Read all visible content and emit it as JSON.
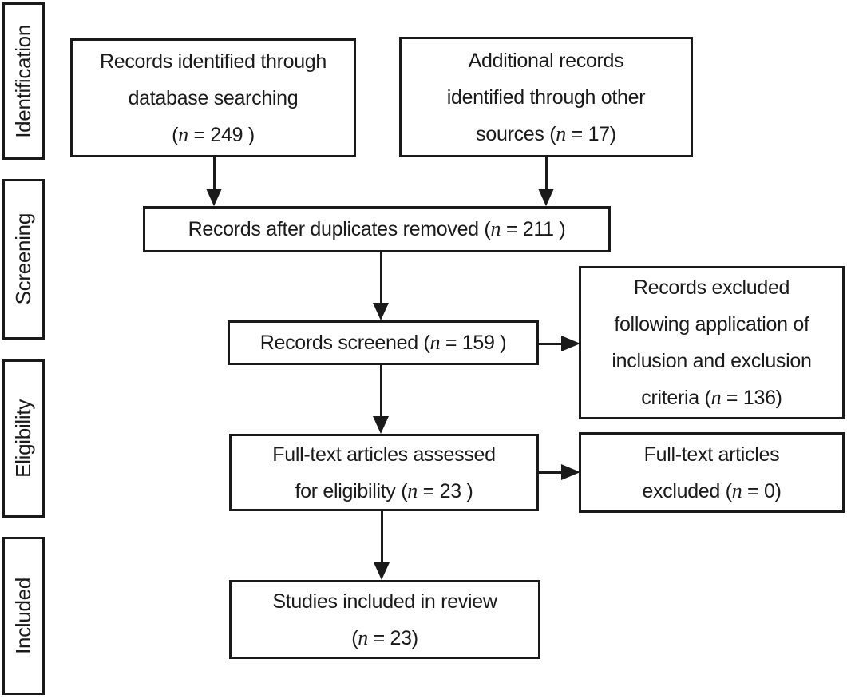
{
  "figure": {
    "type": "PRISMA flow diagram",
    "description": "Flow of records through identification, screening, eligibility and inclusion"
  },
  "colors": {
    "ink": "#1a1a1a",
    "background": "#ffffff"
  },
  "stages": [
    "Identification",
    "Screening",
    "Eligibility",
    "Included"
  ],
  "boxes": [
    {
      "id": "records-identified",
      "n": 249,
      "segments": [
        {
          "t": "Records identified through"
        },
        {
          "br": true
        },
        {
          "t": "database searching"
        },
        {
          "br": true
        },
        {
          "t": "("
        },
        {
          "t": "n",
          "i": true
        },
        {
          "t": " = 249 )"
        }
      ]
    },
    {
      "id": "additional-records",
      "n": 17,
      "segments": [
        {
          "t": "Additional records"
        },
        {
          "br": true
        },
        {
          "t": "identified through other"
        },
        {
          "br": true
        },
        {
          "t": "sources ("
        },
        {
          "t": "n",
          "i": true
        },
        {
          "t": " = 17)"
        }
      ]
    },
    {
      "id": "duplicates-removed",
      "n": 211,
      "segments": [
        {
          "t": "Records after duplicates removed ("
        },
        {
          "t": "n",
          "i": true
        },
        {
          "t": " = 211 )"
        }
      ]
    },
    {
      "id": "records-screened",
      "n": 159,
      "segments": [
        {
          "t": "Records screened ("
        },
        {
          "t": "n",
          "i": true
        },
        {
          "t": " = 159 )"
        }
      ]
    },
    {
      "id": "records-excluded",
      "n": 136,
      "segments": [
        {
          "t": "Records excluded"
        },
        {
          "br": true
        },
        {
          "t": "following application of"
        },
        {
          "br": true
        },
        {
          "t": "inclusion and exclusion"
        },
        {
          "br": true
        },
        {
          "t": "criteria ("
        },
        {
          "t": "n",
          "i": true
        },
        {
          "t": " = 136)"
        }
      ]
    },
    {
      "id": "fulltext-assessed",
      "n": 23,
      "segments": [
        {
          "t": "Full-text articles assessed"
        },
        {
          "br": true
        },
        {
          "t": "for eligibility ("
        },
        {
          "t": "n",
          "i": true
        },
        {
          "t": " = 23 )"
        }
      ]
    },
    {
      "id": "fulltext-excluded",
      "n": 0,
      "segments": [
        {
          "t": "Full-text articles"
        },
        {
          "br": true
        },
        {
          "t": "excluded ("
        },
        {
          "t": "n",
          "i": true
        },
        {
          "t": " = 0)"
        }
      ]
    },
    {
      "id": "studies-included",
      "n": 23,
      "segments": [
        {
          "t": "Studies included in review"
        },
        {
          "br": true
        },
        {
          "t": "("
        },
        {
          "t": "n",
          "i": true
        },
        {
          "t": " = 23)"
        }
      ]
    }
  ]
}
